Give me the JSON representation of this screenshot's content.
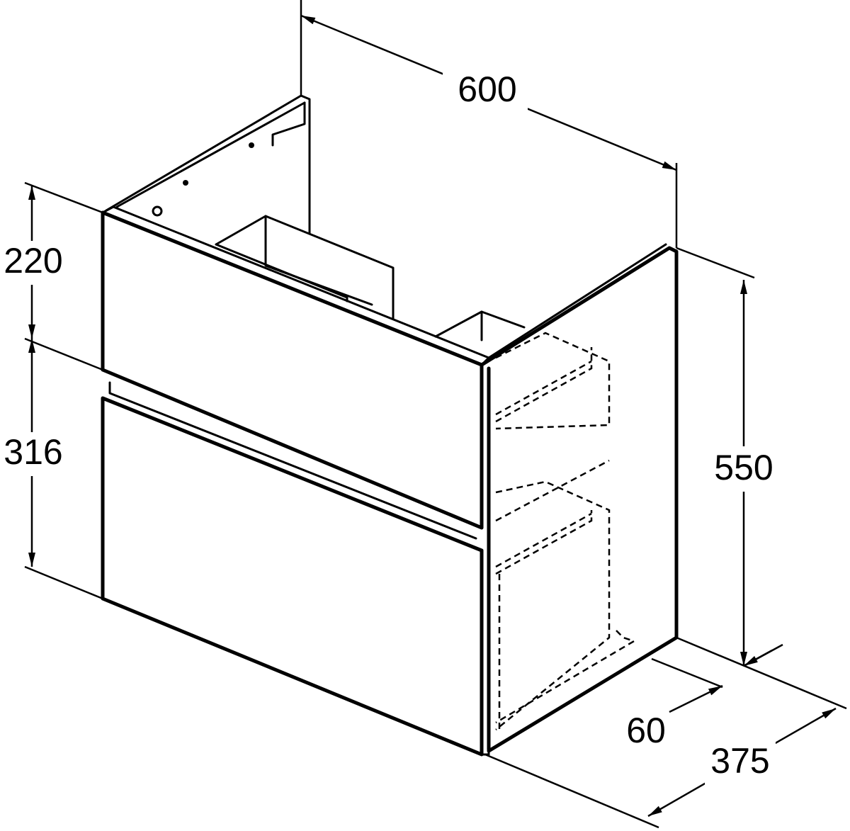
{
  "dimensions": {
    "width": "600",
    "top_drawer_height": "220",
    "bottom_drawer_height": "316",
    "height": "550",
    "wall_offset": "60",
    "depth": "375"
  }
}
